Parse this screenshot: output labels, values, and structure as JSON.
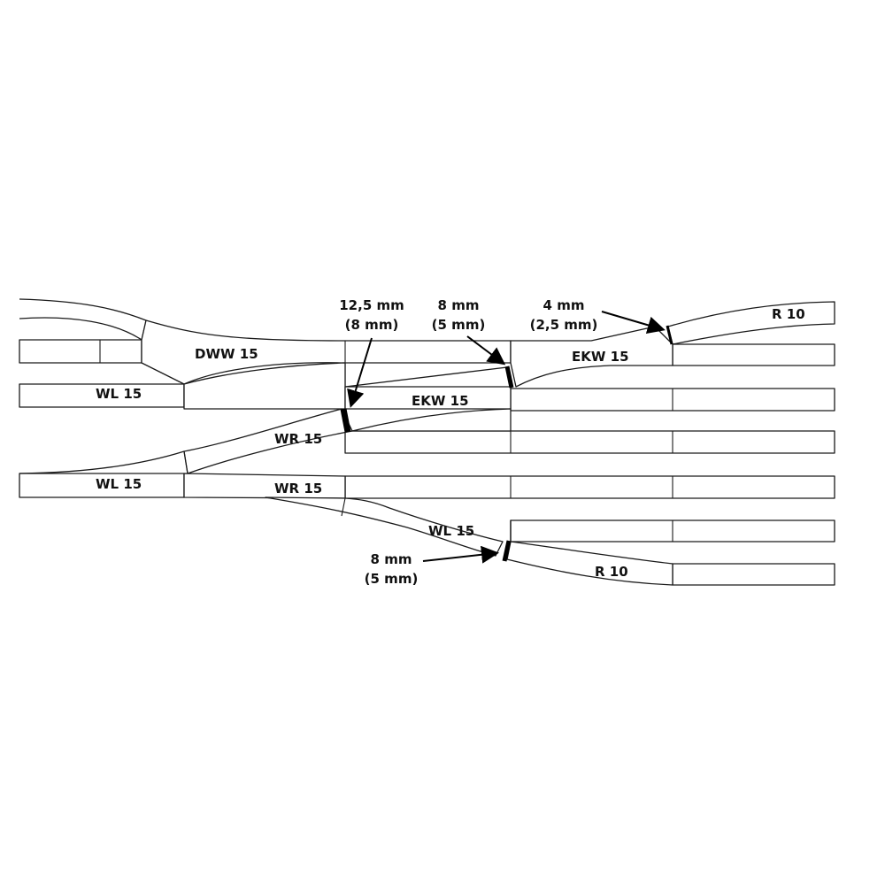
{
  "track_labels": {
    "r10_top": "R 10",
    "dww15": "DWW 15",
    "ekw15_upper": "EKW 15",
    "ekw15_lower": "EKW 15",
    "wl15_upper": "WL 15",
    "wr15_upper": "WR 15",
    "wl15_middle": "WL 15",
    "wr15_lower": "WR 15",
    "wl15_lower": "WL 15",
    "r10_bottom": "R 10"
  },
  "dimensions": {
    "gap_large": {
      "line1": "12,5 mm",
      "line2": "(8 mm)"
    },
    "gap_medium_top": {
      "line1": "8 mm",
      "line2": "(5 mm)"
    },
    "gap_small": {
      "line1": "4 mm",
      "line2": "(2,5 mm)"
    },
    "gap_medium_bottom": {
      "line1": "8 mm",
      "line2": "(5 mm)"
    }
  },
  "colors": {
    "line": "#1a1a1a",
    "shim": "#000000",
    "background": "#ffffff"
  }
}
